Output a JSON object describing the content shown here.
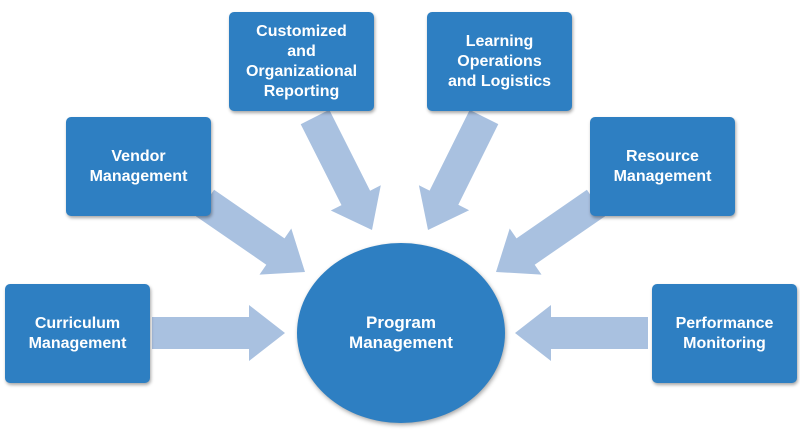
{
  "colors": {
    "node_fill": "#2e7fc2",
    "arrow_fill": "#a9c1e0",
    "text": "#ffffff"
  },
  "diagram": {
    "center": {
      "label": "Program\nManagement"
    },
    "nodes": [
      {
        "id": "curriculum",
        "label": "Curriculum\nManagement"
      },
      {
        "id": "vendor",
        "label": "Vendor\nManagement"
      },
      {
        "id": "reporting",
        "label": "Customized\nand\nOrganizational\nReporting"
      },
      {
        "id": "learning",
        "label": "Learning\nOperations\nand Logistics"
      },
      {
        "id": "resource",
        "label": "Resource\nManagement"
      },
      {
        "id": "performance",
        "label": "Performance\nMonitoring"
      }
    ]
  }
}
